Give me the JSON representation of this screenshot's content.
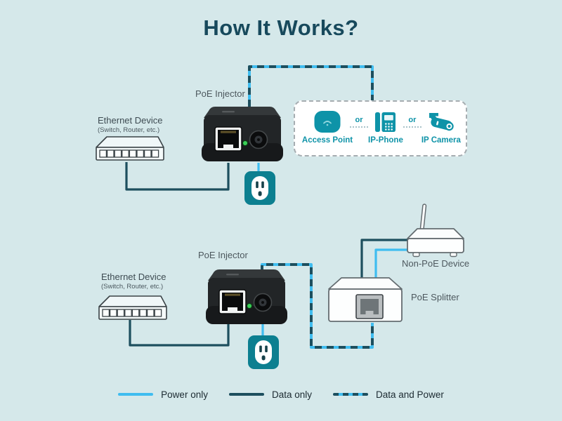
{
  "title": "How It Works?",
  "diagram_top": {
    "ethernet_device_label": "Ethernet Device",
    "ethernet_device_sublabel": "(Switch, Router, etc.)",
    "poe_injector_label": "PoE Injector",
    "devices_box": {
      "separator_label": "or",
      "devices": [
        {
          "label": "Access Point",
          "icon": "access-point-icon"
        },
        {
          "label": "IP-Phone",
          "icon": "ip-phone-icon"
        },
        {
          "label": "IP Camera",
          "icon": "ip-camera-icon"
        }
      ]
    }
  },
  "diagram_bottom": {
    "ethernet_device_label": "Ethernet Device",
    "ethernet_device_sublabel": "(Switch, Router, etc.)",
    "poe_injector_label": "PoE Injector",
    "poe_splitter_label": "PoE Splitter",
    "non_poe_device_label": "Non-PoE Device"
  },
  "legend": {
    "items": [
      {
        "label": "Power only",
        "type": "power"
      },
      {
        "label": "Data only",
        "type": "data"
      },
      {
        "label": "Data and Power",
        "type": "data-power"
      }
    ]
  },
  "colors": {
    "background": "#d5e8ea",
    "power_line": "#3fbdf0",
    "data_line": "#1d4f5e",
    "accent_teal": "#0e93a8",
    "outlet_teal": "#0c7f90",
    "title_text": "#17495c"
  }
}
